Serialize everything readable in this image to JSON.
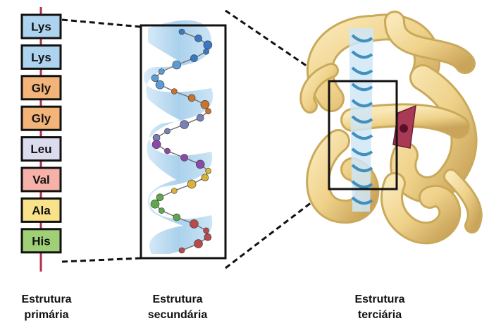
{
  "primary": {
    "residues": [
      {
        "label": "Lys",
        "color": "#aed3ee"
      },
      {
        "label": "Lys",
        "color": "#aed3ee"
      },
      {
        "label": "Gly",
        "color": "#f2b478"
      },
      {
        "label": "Gly",
        "color": "#f2b478"
      },
      {
        "label": "Leu",
        "color": "#dcdcef"
      },
      {
        "label": "Val",
        "color": "#f6b1a8"
      },
      {
        "label": "Ala",
        "color": "#f8e28a"
      },
      {
        "label": "His",
        "color": "#9fd077"
      }
    ],
    "caption": {
      "line1": "Estrutura",
      "line2": "primária"
    }
  },
  "secondary": {
    "caption": {
      "line1": "Estrutura",
      "line2": "secundária"
    }
  },
  "tertiary": {
    "caption": {
      "line1": "Estrutura",
      "line2": "terciária"
    }
  },
  "colors": {
    "backbone": "#b0304a",
    "helix": "#8ec2e6",
    "fold": "#f0d796",
    "fold_shadow": "#c9a95a"
  }
}
